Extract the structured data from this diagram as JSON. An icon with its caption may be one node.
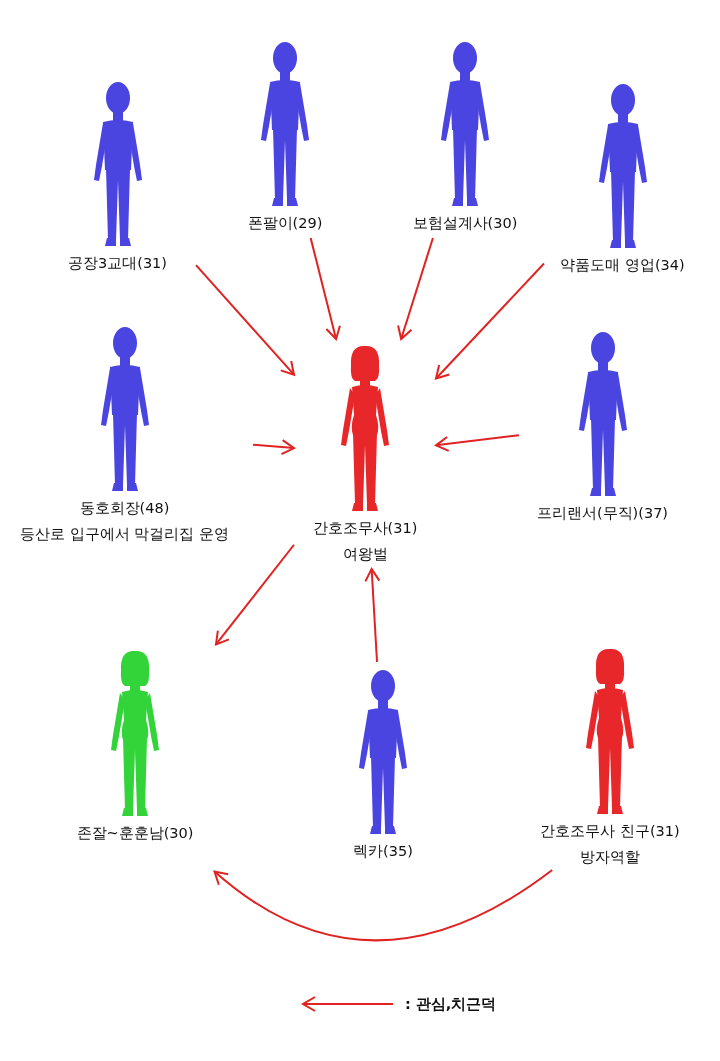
{
  "diagram": {
    "nodes": [
      {
        "text": [
          "공장3교대(31)"
        ]
      },
      {
        "text": [
          "폰팔이(29)"
        ]
      },
      {
        "text": [
          "보험설계사(30)"
        ]
      },
      {
        "text": [
          "약품도매 영업(34)"
        ]
      },
      {
        "text": [
          "동호회장(48)",
          "등산로 입구에서 막걸리집 운영"
        ]
      },
      {
        "text": [
          "간호조무사(31)",
          "여왕벌"
        ]
      },
      {
        "text": [
          "프리랜서(무직)(37)"
        ]
      },
      {
        "text": [
          "존잘~훈훈남(30)"
        ]
      },
      {
        "text": [
          "렉카(35)"
        ]
      },
      {
        "text": [
          "간호조무사 친구(31)",
          "방자역할"
        ]
      }
    ],
    "edges": [
      {
        "from": 0,
        "to": 5,
        "arrow": "to"
      },
      {
        "from": 1,
        "to": 5,
        "arrow": "to"
      },
      {
        "from": 2,
        "to": 5,
        "arrow": "to"
      },
      {
        "from": 3,
        "to": 5,
        "arrow": "to"
      },
      {
        "from": 4,
        "to": 5,
        "arrow": "to"
      },
      {
        "from": 6,
        "to": 5,
        "arrow": "to"
      },
      {
        "from": 5,
        "to": 7,
        "arrow": "to"
      },
      {
        "from": 8,
        "to": 5,
        "arrow": "to"
      },
      {
        "from": 9,
        "to": 7,
        "arrow": "to"
      }
    ],
    "legend": [
      {
        "text": ": 관심,치근덕"
      }
    ]
  }
}
